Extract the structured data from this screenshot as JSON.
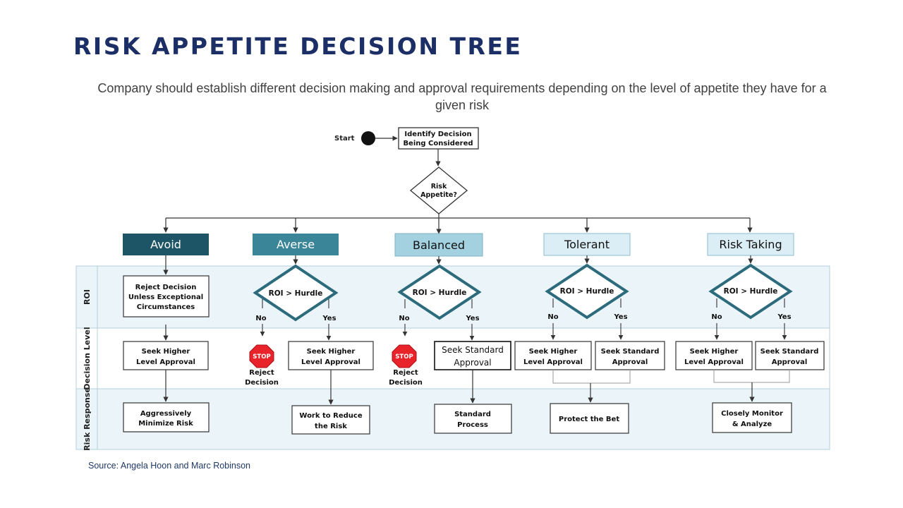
{
  "title": "RISK APPETITE DECISION TREE",
  "subtitle": "Company should establish different decision making and approval requirements depending on the level of appetite they have for a given risk",
  "source": "Source: Angela Hoon and Marc Robinson",
  "flow": {
    "start_label": "Start",
    "identify_line1": "Identify Decision",
    "identify_line2": "Being Considered",
    "appetite_line1": "Risk",
    "appetite_line2": "Appetite?"
  },
  "row_labels": {
    "roi": "ROI",
    "decision_level": "Decision Level",
    "risk_response": "Risk Response"
  },
  "categories": [
    "Avoid",
    "Averse",
    "Balanced",
    "Tolerant",
    "Risk Taking"
  ],
  "roi_check": "ROI > Hurdle",
  "branch": {
    "no": "No",
    "yes": "Yes"
  },
  "stop_sign": "STOP",
  "reject_line1": "Reject",
  "reject_line2": "Decision",
  "avoid": {
    "roi_line1": "Reject Decision",
    "roi_line2": "Unless Exceptional",
    "roi_line3": "Circumstances",
    "decision_line1": "Seek Higher",
    "decision_line2": "Level Approval",
    "response_line1": "Aggressively",
    "response_line2": "Minimize Risk"
  },
  "averse": {
    "decision_line1": "Seek Higher",
    "decision_line2": "Level Approval",
    "response_line1": "Work to Reduce",
    "response_line2": "the Risk"
  },
  "balanced": {
    "decision_line1": "Seek Standard",
    "decision_line2": "Approval",
    "response_line1": "Standard",
    "response_line2": "Process"
  },
  "tolerant": {
    "no_line1": "Seek Higher",
    "no_line2": "Level Approval",
    "yes_line1": "Seek Standard",
    "yes_line2": "Approval",
    "response": "Protect the Bet"
  },
  "risk_taking": {
    "no_line1": "Seek Higher",
    "no_line2": "Level Approval",
    "yes_line1": "Seek Standard",
    "yes_line2": "Approval",
    "response_line1": "Closely Monitor",
    "response_line2": "& Analyze"
  },
  "colors": {
    "title": "#1b2f66",
    "avoid": "#1e5566",
    "averse": "#3a8598",
    "balanced": "#a3d1e0",
    "tolerant": "#dbeef5",
    "risk_taking": "#dbeef5",
    "band": "#eaf4f9",
    "diamond": "#2c6b7c",
    "stop": "#e8232a"
  }
}
